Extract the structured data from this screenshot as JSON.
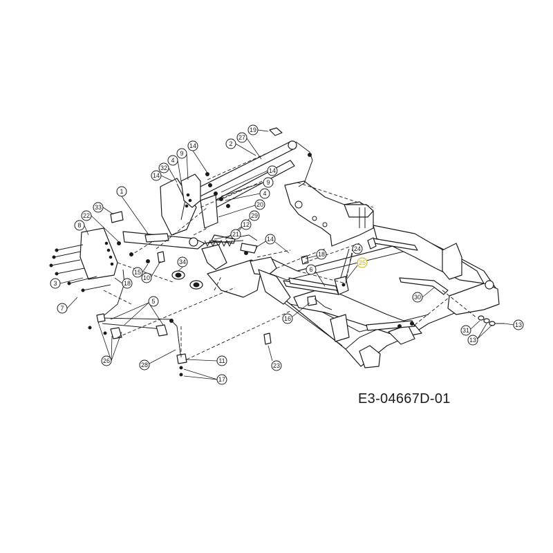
{
  "diagram": {
    "drawing_code": "E3-04667D-01",
    "callouts": [
      {
        "id": "c19",
        "label": "19"
      },
      {
        "id": "c27",
        "label": "27"
      },
      {
        "id": "c2",
        "label": "2"
      },
      {
        "id": "c14a",
        "label": "14"
      },
      {
        "id": "c9a",
        "label": "9"
      },
      {
        "id": "c4a",
        "label": "4"
      },
      {
        "id": "c32",
        "label": "32"
      },
      {
        "id": "c14b",
        "label": "14"
      },
      {
        "id": "c14c",
        "label": "14"
      },
      {
        "id": "c9b",
        "label": "9"
      },
      {
        "id": "c4b",
        "label": "4"
      },
      {
        "id": "c20",
        "label": "20"
      },
      {
        "id": "c1",
        "label": "1"
      },
      {
        "id": "c33",
        "label": "33"
      },
      {
        "id": "c22",
        "label": "22"
      },
      {
        "id": "c8",
        "label": "8"
      },
      {
        "id": "c29",
        "label": "29"
      },
      {
        "id": "c12",
        "label": "12"
      },
      {
        "id": "c21",
        "label": "21"
      },
      {
        "id": "c14d",
        "label": "14"
      },
      {
        "id": "c18a",
        "label": "18"
      },
      {
        "id": "c24",
        "label": "24"
      },
      {
        "id": "c25",
        "label": "25"
      },
      {
        "id": "c6",
        "label": "6"
      },
      {
        "id": "c34",
        "label": "34"
      },
      {
        "id": "c15",
        "label": "15"
      },
      {
        "id": "c10",
        "label": "10"
      },
      {
        "id": "c3",
        "label": "3"
      },
      {
        "id": "c18b",
        "label": "18"
      },
      {
        "id": "c7",
        "label": "7"
      },
      {
        "id": "c5",
        "label": "5"
      },
      {
        "id": "c16",
        "label": "16"
      },
      {
        "id": "c30",
        "label": "30"
      },
      {
        "id": "c31",
        "label": "31"
      },
      {
        "id": "c13a",
        "label": "13"
      },
      {
        "id": "c13b",
        "label": "13"
      },
      {
        "id": "c26",
        "label": "26"
      },
      {
        "id": "c28",
        "label": "28"
      },
      {
        "id": "c11",
        "label": "11"
      },
      {
        "id": "c17",
        "label": "17"
      },
      {
        "id": "c23",
        "label": "23"
      }
    ]
  }
}
